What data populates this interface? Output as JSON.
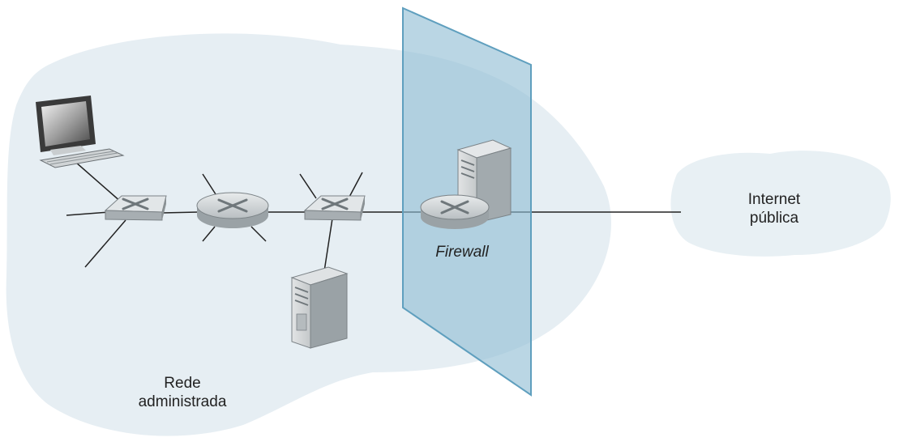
{
  "labels": {
    "managed_network_line1": "Rede",
    "managed_network_line2": "administrada",
    "firewall": "Firewall",
    "internet_line1": "Internet",
    "internet_line2": "pública"
  },
  "colors": {
    "managed_cloud": "#e6eef3",
    "internet_cloud": "#e8f0f4",
    "firewall_panel": "#8fbdd3",
    "firewall_edge": "#5f9fbe",
    "line": "#222222",
    "device_face": "#d4d8da",
    "device_side": "#8c9396"
  },
  "icons": [
    "desktop-computer-icon",
    "switch-icon",
    "router-icon",
    "server-icon",
    "firewall-router-icon"
  ]
}
